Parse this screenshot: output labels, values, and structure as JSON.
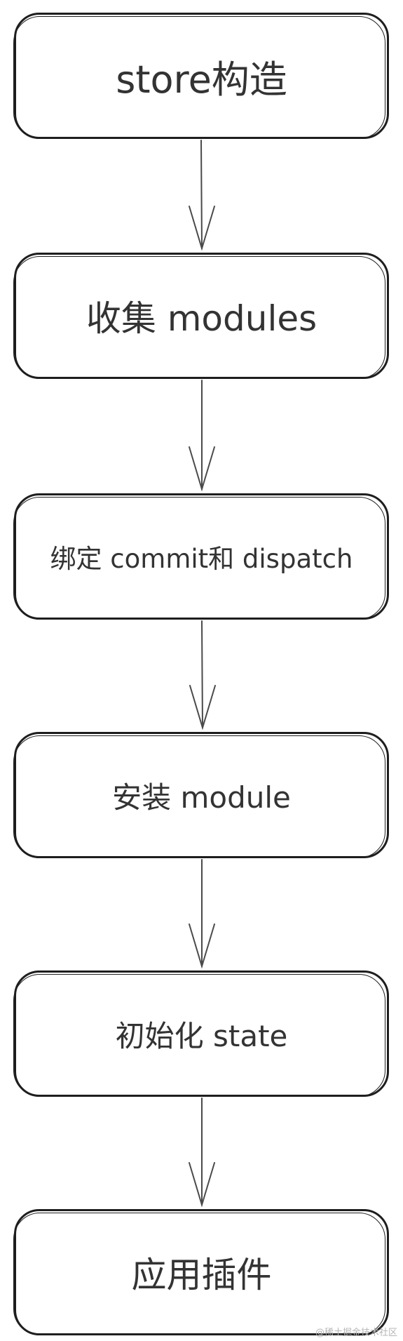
{
  "flow": {
    "steps": [
      {
        "label": "store构造"
      },
      {
        "label": "收集 modules"
      },
      {
        "label": "绑定 commit和 dispatch"
      },
      {
        "label": "安装 module"
      },
      {
        "label": "初始化 state"
      },
      {
        "label": "应用插件"
      }
    ]
  },
  "watermark": "@稀土掘金技术社区",
  "colors": {
    "stroke": "#1e1e1e",
    "text": "#333333",
    "arrow": "#4a4a4a",
    "background": "#ffffff"
  }
}
